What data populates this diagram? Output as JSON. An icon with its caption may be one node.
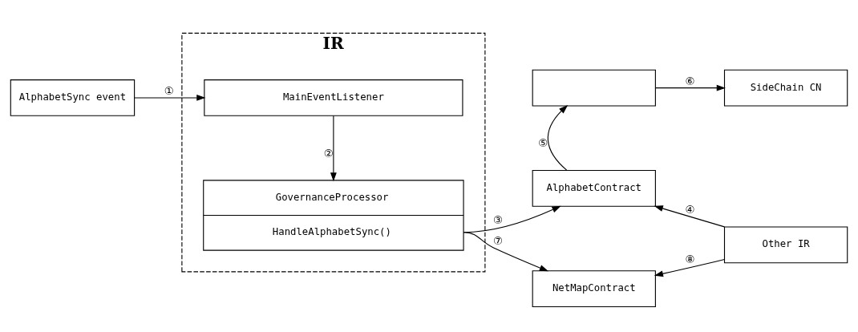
{
  "diagram": {
    "nodes": [
      {
        "text": [
          "AlphabetSync event"
        ]
      },
      {
        "text": [
          "IR"
        ]
      },
      {
        "text": [
          "MainEventListener"
        ],
        "in": 1
      },
      {
        "text": [
          "GovernanceProcessor",
          "HandleAlphabetSync()"
        ],
        "in": 1
      },
      {
        "text": [],
        "shape": "box"
      },
      {
        "text": [
          "SideChain CN"
        ]
      },
      {
        "text": [
          "AlphabetContract"
        ]
      },
      {
        "text": [
          "Other IR"
        ]
      },
      {
        "text": [
          "NetMapContract"
        ]
      }
    ],
    "edges": [
      {
        "from": 0,
        "to": 2,
        "arrow": "to",
        "label": "①"
      },
      {
        "from": 2,
        "to": 3,
        "arrow": "to",
        "label": "②"
      },
      {
        "from": 3,
        "to": 6,
        "arrow": "to",
        "label": "③"
      },
      {
        "from": 7,
        "to": 6,
        "arrow": "to",
        "label": "④"
      },
      {
        "from": 6,
        "to": 4,
        "arrow": "to",
        "label": "⑤"
      },
      {
        "from": 4,
        "to": 5,
        "arrow": "to",
        "label": "⑥"
      },
      {
        "from": 3,
        "to": 8,
        "arrow": "to",
        "label": "⑦"
      },
      {
        "from": 7,
        "to": 8,
        "arrow": "to",
        "label": "⑧"
      }
    ]
  }
}
